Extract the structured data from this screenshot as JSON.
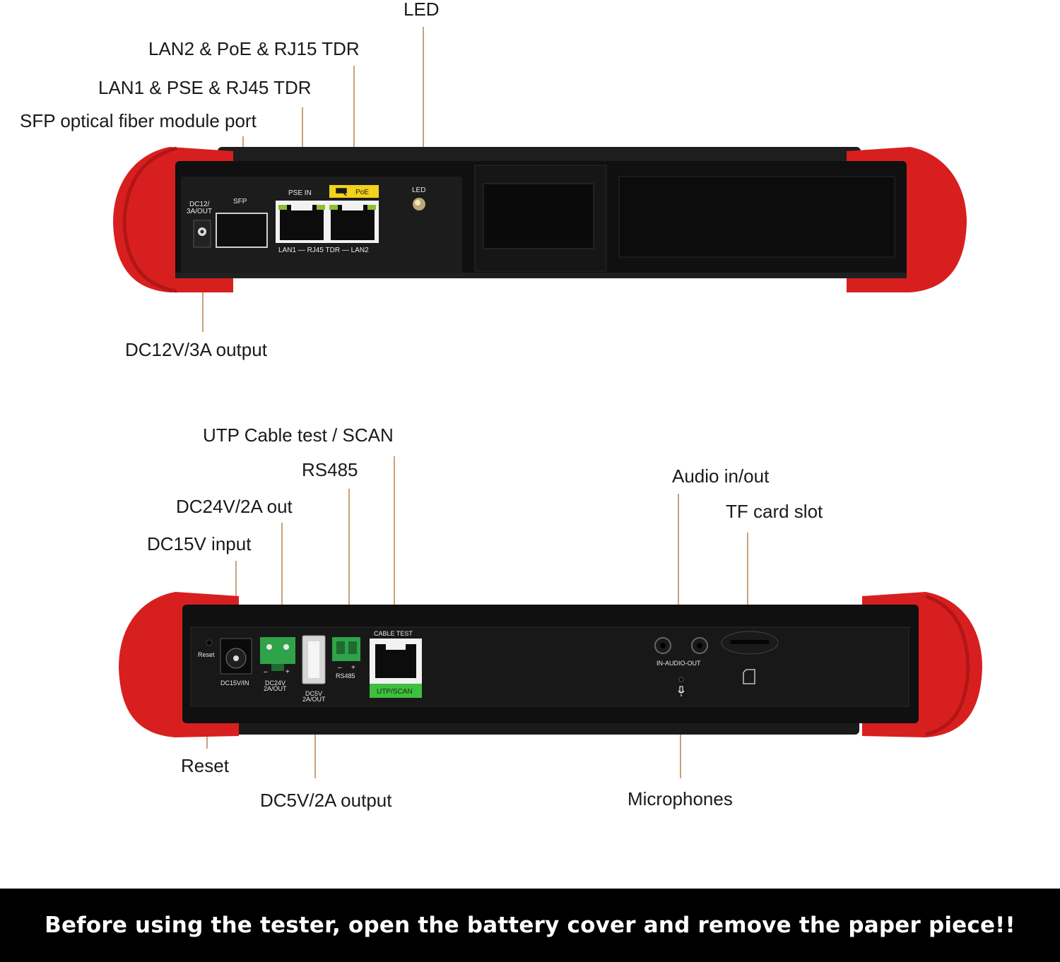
{
  "top_panel": {
    "callouts": {
      "led": "LED",
      "lan2": "LAN2 & PoE & RJ15 TDR",
      "lan1": "LAN1 & PSE & RJ45 TDR",
      "sfp": "SFP optical fiber module port",
      "dc12": "DC12V/3A output"
    },
    "device_labels": {
      "dc12_line1": "DC12/",
      "dc12_line2": "3A/OUT",
      "sfp": "SFP",
      "pse_in": "PSE IN",
      "poe": "PoE",
      "led": "LED",
      "rj45_tdr": "LAN1 — RJ45 TDR — LAN2"
    }
  },
  "bottom_panel": {
    "callouts": {
      "utp": "UTP Cable test / SCAN",
      "rs485": "RS485",
      "dc24": "DC24V/2A out",
      "dc15": "DC15V input",
      "audio": "Audio in/out",
      "tf": "TF card slot",
      "reset": "Reset",
      "dc5": "DC5V/2A output",
      "mic": "Microphones"
    },
    "device_labels": {
      "reset": "Reset",
      "dc15": "DC15V/IN",
      "dc24_line1": "DC24V",
      "dc24_line2": "2A/OUT",
      "dc5_line1": "DC5V",
      "dc5_line2": "2A/OUT",
      "rs485": "RS485",
      "cable_test": "CABLE TEST",
      "utp_scan": "UTP/SCAN",
      "audio": "IN-AUDIO-OUT",
      "minus": "–",
      "plus": "+"
    }
  },
  "footer": {
    "text": "Before using the tester, open the battery cover and remove the paper piece!!"
  },
  "colors": {
    "bumper_red": "#d81f1f",
    "body_black": "#141414",
    "poe_yellow": "#f2d21b",
    "scan_green": "#3fbf3f",
    "leader_line": "#c9a27a"
  }
}
